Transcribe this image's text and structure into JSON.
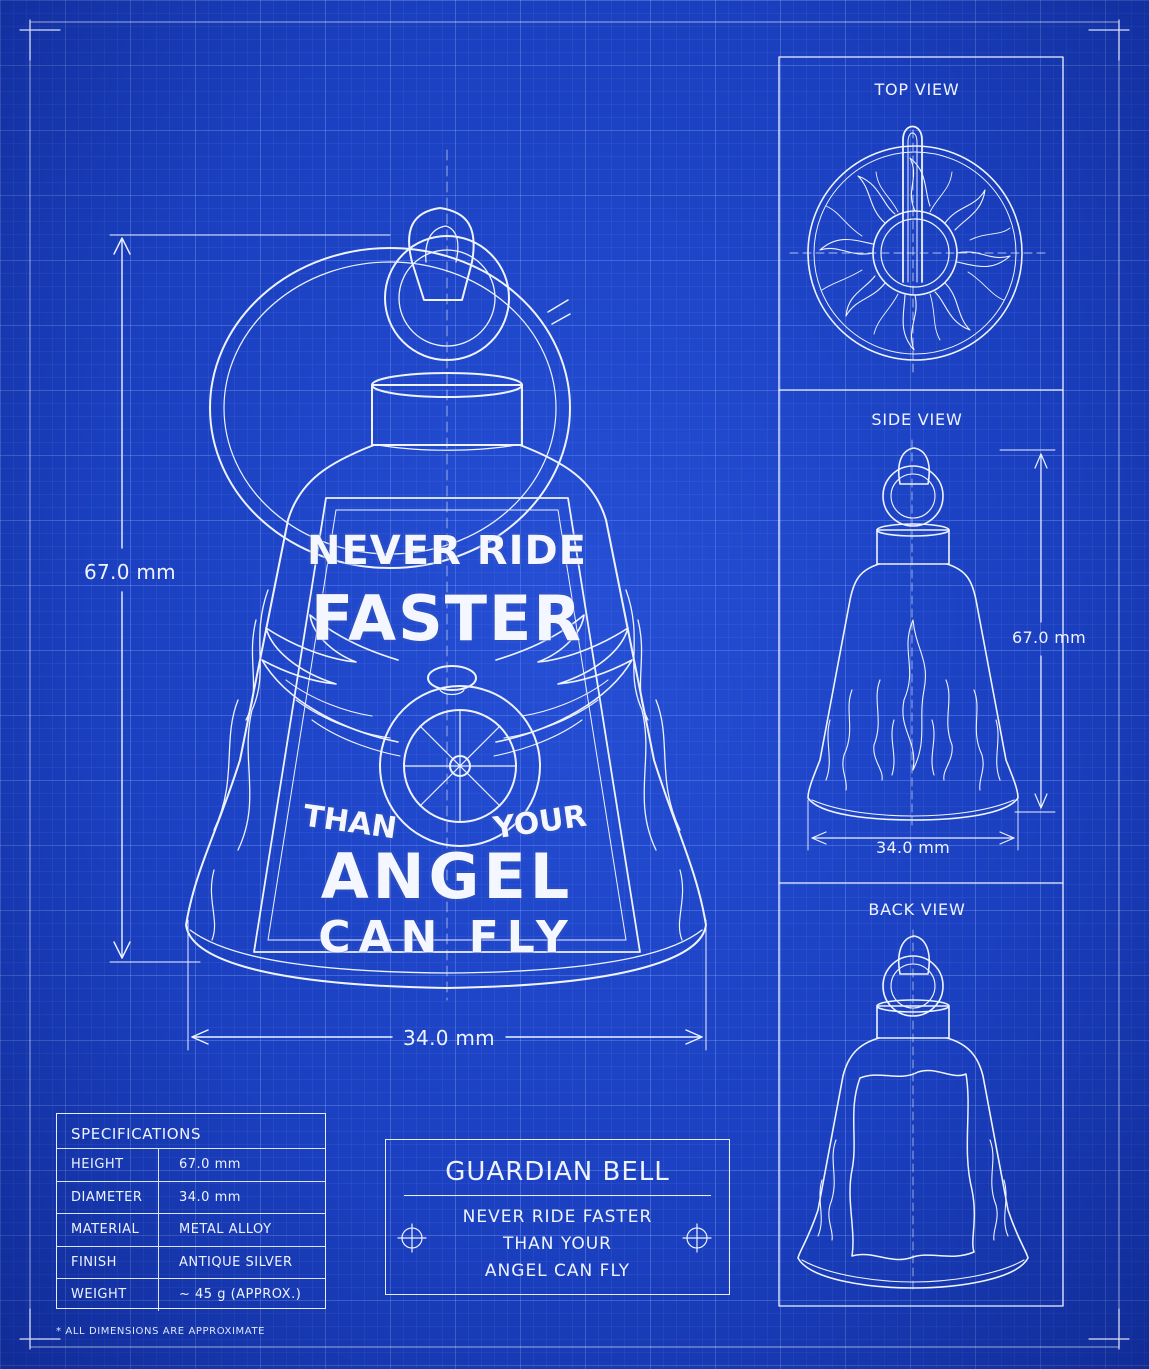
{
  "views": {
    "top": "TOP VIEW",
    "side": "SIDE VIEW",
    "back": "BACK VIEW"
  },
  "dimensions": {
    "main_height": "67.0 mm",
    "main_width": "34.0 mm",
    "side_height": "67.0 mm",
    "side_width": "34.0 mm"
  },
  "bell_engraving": {
    "line1": "NEVER RIDE",
    "line2": "FASTER",
    "line3_left": "THAN",
    "line3_right": "YOUR",
    "line4": "ANGEL",
    "line5": "CAN FLY"
  },
  "specifications": {
    "title": "SPECIFICATIONS",
    "rows": [
      {
        "label": "HEIGHT",
        "value": "67.0 mm"
      },
      {
        "label": "DIAMETER",
        "value": "34.0 mm"
      },
      {
        "label": "MATERIAL",
        "value": "METAL ALLOY"
      },
      {
        "label": "FINISH",
        "value": "ANTIQUE SILVER"
      },
      {
        "label": "WEIGHT",
        "value": "~ 45 g (APPROX.)"
      }
    ]
  },
  "footnote": "* ALL DIMENSIONS ARE APPROXIMATE",
  "title_plate": {
    "title": "GUARDIAN BELL",
    "lines": [
      "NEVER RIDE FASTER",
      "THAN YOUR",
      "ANGEL CAN FLY"
    ]
  },
  "colors": {
    "background": "#1a3fbf",
    "line": "#eef3ff"
  }
}
